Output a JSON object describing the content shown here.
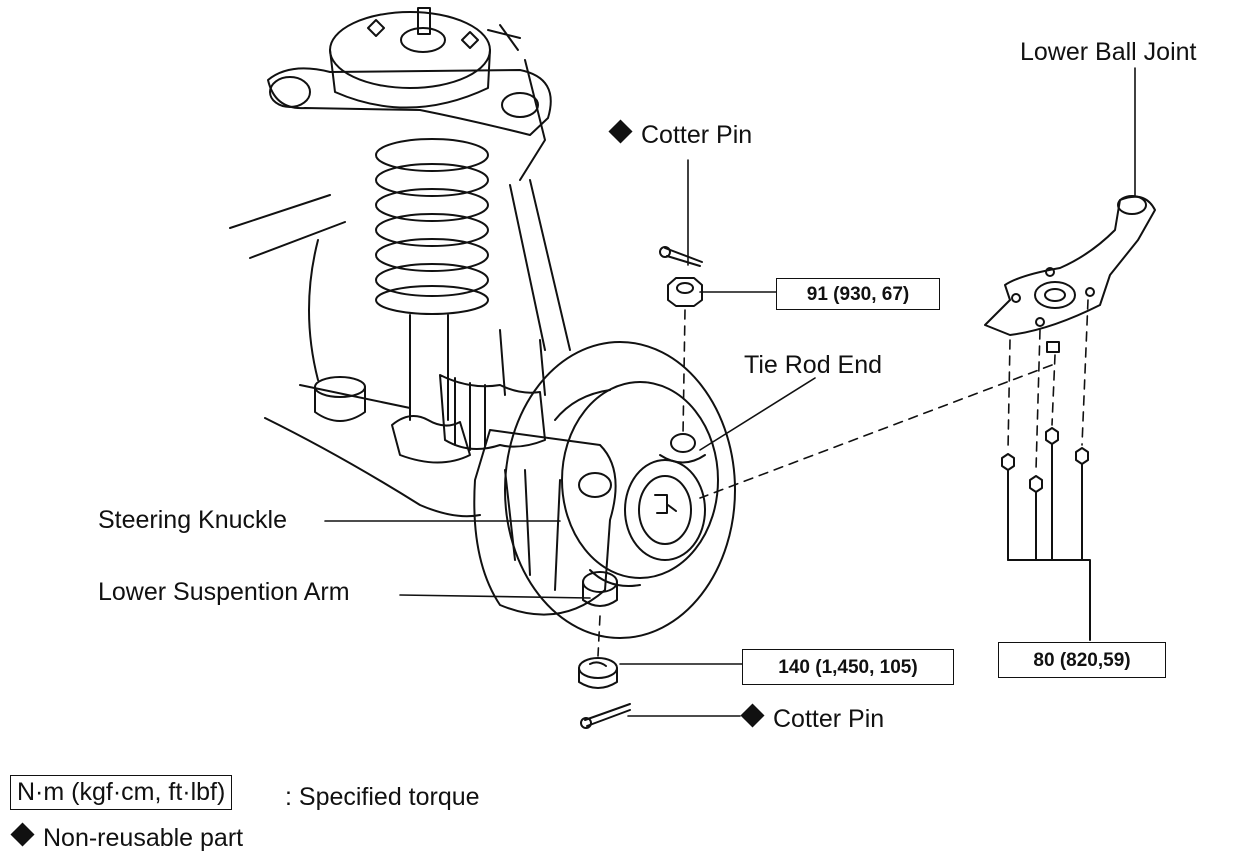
{
  "labels": {
    "lower_ball_joint": "Lower Ball Joint",
    "cotter_pin_top": "Cotter Pin",
    "tie_rod_end": "Tie Rod End",
    "steering_knuckle": "Steering Knuckle",
    "lower_suspension_arm": "Lower Suspention Arm",
    "cotter_pin_bottom": "Cotter Pin"
  },
  "torques": {
    "tie_rod_nut": "91 (930, 67)",
    "ball_joint_nut": "140 (1,450, 105)",
    "ball_joint_bolts": "80 (820,59)"
  },
  "legend": {
    "unit_box": "N·m (kgf·cm, ft·lbf)",
    "unit_desc": ": Specified torque",
    "non_reusable": "Non-reusable part"
  }
}
